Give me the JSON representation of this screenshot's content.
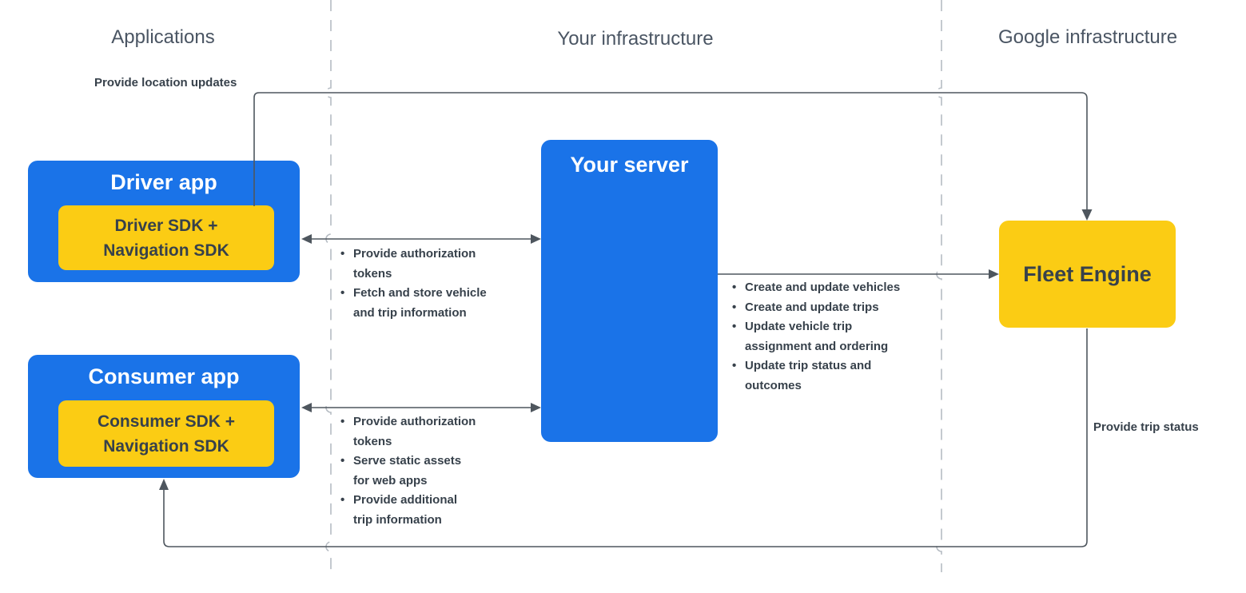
{
  "lanes": {
    "applications": "Applications",
    "your_infrastructure": "Your infrastructure",
    "google_infrastructure": "Google infrastructure"
  },
  "nodes": {
    "driver_app": {
      "title": "Driver app",
      "sdk": "Driver SDK +\nNavigation SDK"
    },
    "consumer_app": {
      "title": "Consumer app",
      "sdk": "Consumer SDK +\nNavigation SDK"
    },
    "your_server": {
      "title": "Your server"
    },
    "fleet_engine": {
      "title": "Fleet Engine"
    }
  },
  "edges": {
    "location_updates": {
      "label": "Provide location updates"
    },
    "driver_server": {
      "bullets": [
        "Provide authorization\ntokens",
        "Fetch and store vehicle\nand trip information"
      ]
    },
    "consumer_server": {
      "bullets": [
        "Provide authorization\ntokens",
        "Serve static assets\nfor web apps",
        "Provide additional\ntrip information"
      ]
    },
    "server_fleet": {
      "bullets": [
        "Create and update vehicles",
        "Create and update trips",
        "Update vehicle trip\nassignment and ordering",
        "Update trip status and\noutcomes"
      ]
    },
    "trip_status": {
      "label": "Provide trip status"
    }
  },
  "colors": {
    "node_blue": "#1a73e8",
    "node_yellow": "#fbcc14",
    "text_on_blue": "#ffffff",
    "text_dark": "#37414b",
    "heading_gray": "#4a5563",
    "connector": "#4e565e",
    "divider": "#b6bcc3"
  }
}
